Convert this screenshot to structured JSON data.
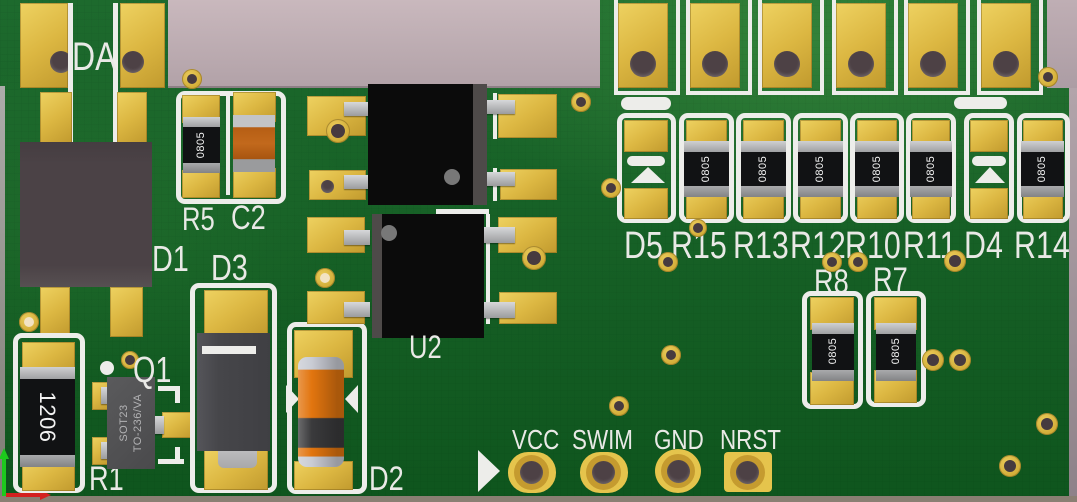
{
  "board": {
    "connector_label": "DA",
    "components": {
      "d1": "D1",
      "d3": "D3",
      "d2": "D2",
      "q1": "Q1",
      "r1": "R1",
      "r5": "R5",
      "c2": "C2",
      "u2": "U2",
      "r8": "R8",
      "r7": "R7"
    },
    "row": [
      {
        "label": "D5",
        "type": "diode"
      },
      {
        "label": "R15",
        "marking": "0805"
      },
      {
        "label": "R13",
        "marking": "0805"
      },
      {
        "label": "R12",
        "marking": "0805"
      },
      {
        "label": "R10",
        "marking": "0805"
      },
      {
        "label": "R11",
        "marking": "0805"
      },
      {
        "label": "D4",
        "type": "diode"
      },
      {
        "label": "R14",
        "marking": "0805"
      }
    ],
    "pins": [
      "VCC",
      "SWIM",
      "GND",
      "NRST"
    ],
    "markings": {
      "r1": "1206",
      "r5": "0805",
      "r8": "0805",
      "r7": "0805",
      "q1_package": "SOT23",
      "q1_type": "TO-236/VA"
    },
    "colors": {
      "soldermask": "#116222",
      "pad_gold": "#DCB742",
      "silkscreen": "#EDEDEA",
      "background_gray": "#C0B0B6",
      "component_black": "#111214",
      "c2_orange": "#B65E14",
      "d2_orange": "#E2750F"
    }
  }
}
